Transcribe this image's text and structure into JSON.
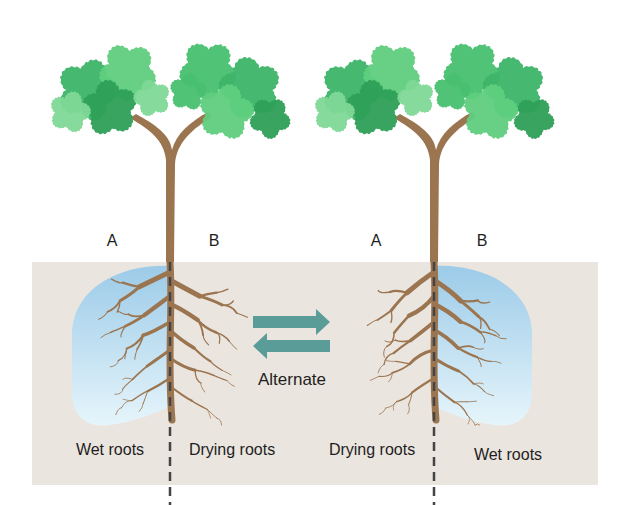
{
  "diagram": {
    "labels": [
      "A",
      "B",
      "A",
      "B",
      "Alternate",
      "Wet roots",
      "Drying roots",
      "Drying roots",
      "Wet roots"
    ]
  }
}
